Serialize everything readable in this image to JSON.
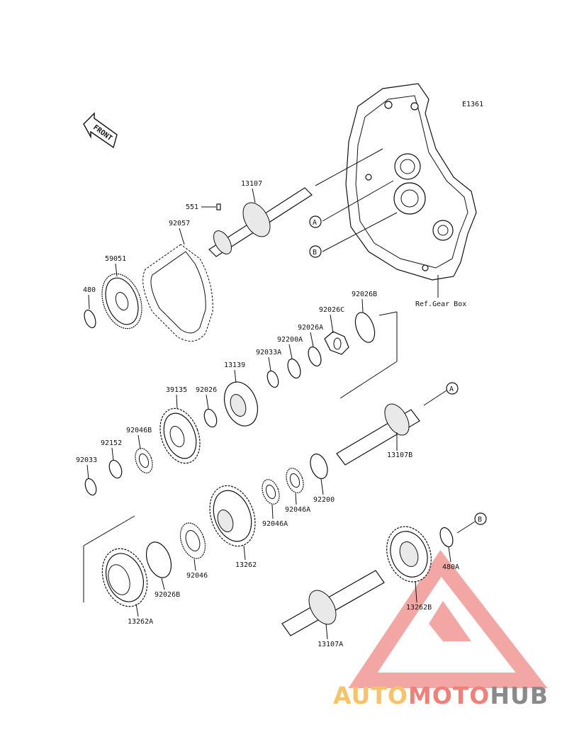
{
  "diagram": {
    "code": "E1361",
    "front": "FRONT",
    "ref_label": "Ref.Gear Box",
    "refs": [
      "A",
      "B",
      "A",
      "B"
    ],
    "parts": [
      "13107",
      "551",
      "92057",
      "59051",
      "480",
      "92026B",
      "92026C",
      "92026A",
      "92200A",
      "92033A",
      "13139",
      "92026",
      "39135",
      "92046B",
      "92152",
      "92033",
      "13107B",
      "92200",
      "92046A",
      "92046A",
      "13262",
      "92046",
      "92026B",
      "13262A",
      "480A",
      "13262B",
      "13107A"
    ]
  },
  "watermark": {
    "parts": [
      "AUTO",
      "MOTO",
      "HUB"
    ],
    "colors": {
      "auto": "#f6c36b",
      "moto": "#f0817a",
      "hub": "#8a8a8a",
      "logo": "#f08a86"
    }
  }
}
